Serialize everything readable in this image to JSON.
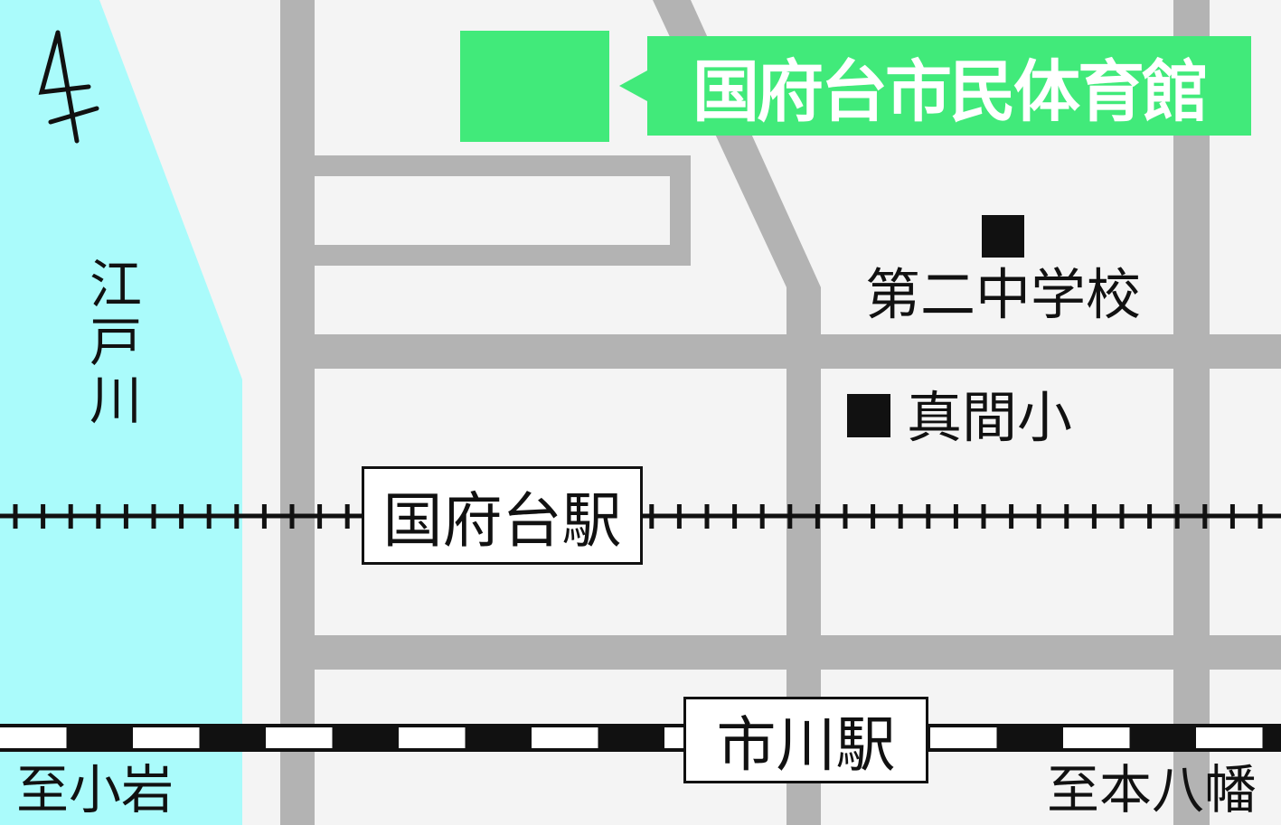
{
  "colors": {
    "background": "#f4f4f4",
    "river": "#aafbfb",
    "road": "#b3b3b3",
    "highlight": "#41ea7a",
    "railway": "#111111"
  },
  "icons": {
    "north_arrow": "north-arrow-icon",
    "school_marker": "black-square-marker"
  },
  "labels": {
    "river": "江戸川",
    "gym": "国府台市民体育館",
    "school_junior_high": "第二中学校",
    "school_elementary": "真間小",
    "station_konodai": "国府台駅",
    "station_ichikawa": "市川駅",
    "direction_left": "至小岩",
    "direction_right": "至本八幡"
  }
}
